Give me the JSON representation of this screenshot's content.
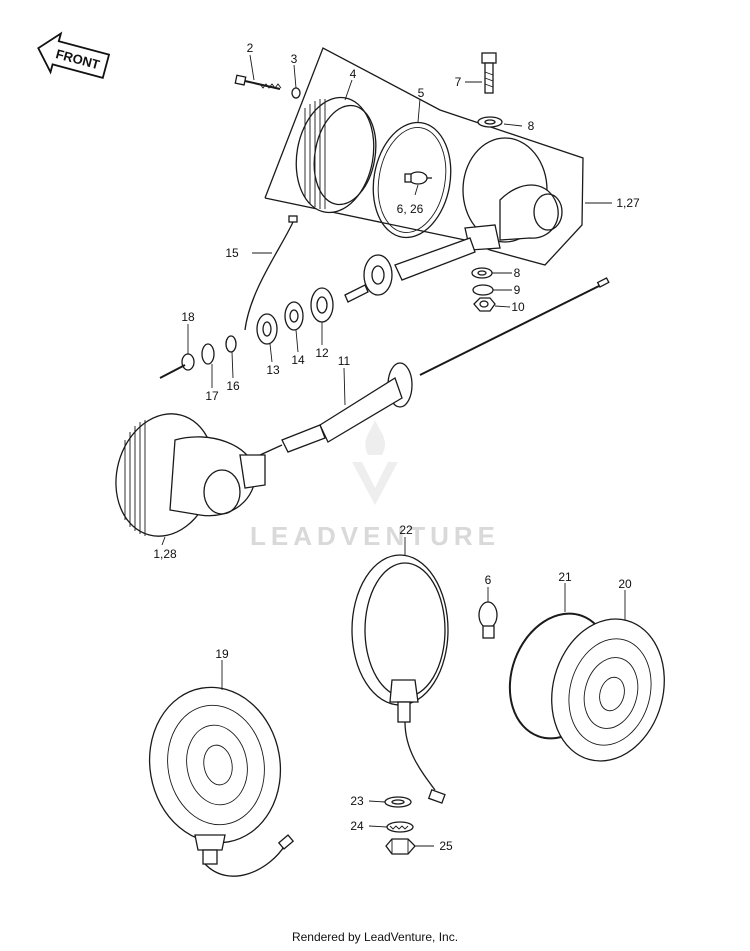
{
  "front_arrow": {
    "label": "FRONT"
  },
  "watermark": {
    "brand": "LEADVENTURE"
  },
  "callouts": [
    {
      "id": "c2",
      "text": "2"
    },
    {
      "id": "c3",
      "text": "3"
    },
    {
      "id": "c4",
      "text": "4"
    },
    {
      "id": "c5",
      "text": "5"
    },
    {
      "id": "c6_26",
      "text": "6, 26"
    },
    {
      "id": "c7",
      "text": "7"
    },
    {
      "id": "c8a",
      "text": "8"
    },
    {
      "id": "c1_27",
      "text": "1,27"
    },
    {
      "id": "c15",
      "text": "15"
    },
    {
      "id": "c8b",
      "text": "8"
    },
    {
      "id": "c9",
      "text": "9"
    },
    {
      "id": "c10",
      "text": "10"
    },
    {
      "id": "c18",
      "text": "18"
    },
    {
      "id": "c17",
      "text": "17"
    },
    {
      "id": "c16",
      "text": "16"
    },
    {
      "id": "c13",
      "text": "13"
    },
    {
      "id": "c14",
      "text": "14"
    },
    {
      "id": "c12",
      "text": "12"
    },
    {
      "id": "c11",
      "text": "11"
    },
    {
      "id": "c1_28",
      "text": "1,28"
    },
    {
      "id": "c22",
      "text": "22"
    },
    {
      "id": "c6",
      "text": "6"
    },
    {
      "id": "c21",
      "text": "21"
    },
    {
      "id": "c20",
      "text": "20"
    },
    {
      "id": "c19",
      "text": "19"
    },
    {
      "id": "c23",
      "text": "23"
    },
    {
      "id": "c24",
      "text": "24"
    },
    {
      "id": "c25",
      "text": "25"
    }
  ],
  "footer": {
    "text": "Rendered by LeadVenture, Inc."
  }
}
